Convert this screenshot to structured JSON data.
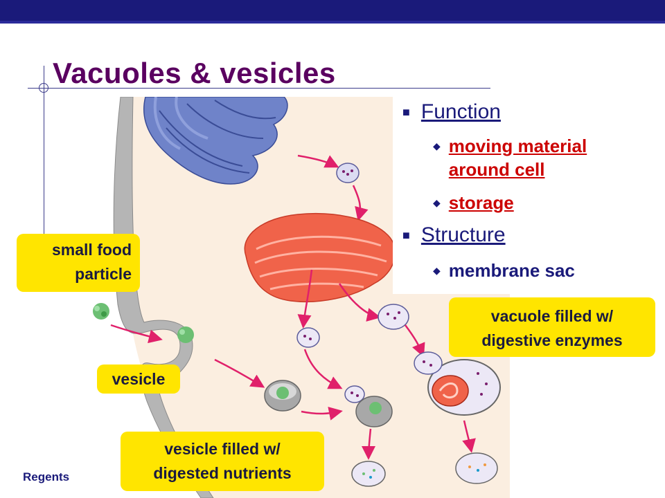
{
  "slide": {
    "title": "Vacuoles & vesicles",
    "footer": "Regents"
  },
  "bullets": {
    "function_label": "Function",
    "function_items": [
      "moving material around cell",
      "storage"
    ],
    "structure_label": "Structure",
    "structure_items": [
      "membrane sac"
    ]
  },
  "callouts": {
    "small_food_particle": [
      "small food",
      "particle"
    ],
    "vacuole_enzymes": [
      "vacuole filled w/",
      "digestive enzymes"
    ],
    "vesicle": "vesicle",
    "vesicle_nutrients": [
      "vesicle filled w/",
      "digested nutrients"
    ]
  },
  "icons": {
    "level1_bullet": "square-bullet-icon",
    "level2_bullet": "diamond-bullet-icon"
  },
  "colors": {
    "title": "#5a0060",
    "callout_fill": "#ffe500",
    "highlight_text": "#cc0000",
    "body_text": "#1a1a7a"
  }
}
